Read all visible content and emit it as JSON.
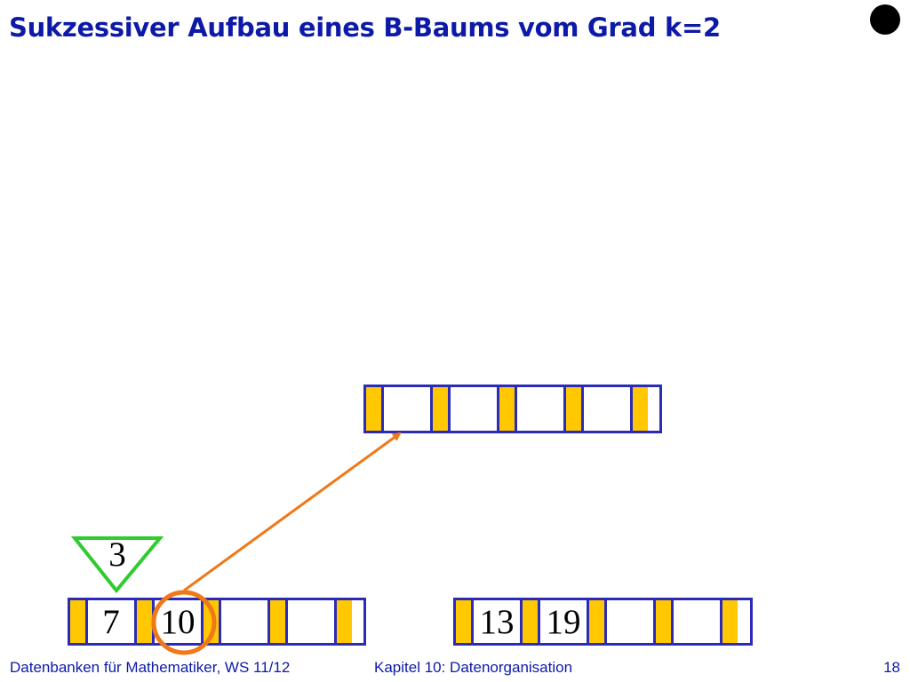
{
  "title": "Sukzessiver Aufbau eines B-Baums vom Grad k=2",
  "nodes": {
    "root": {
      "keys": [
        "",
        "",
        "",
        ""
      ]
    },
    "left_leaf": {
      "keys": [
        "7",
        "10",
        "",
        ""
      ]
    },
    "right_leaf": {
      "keys": [
        "13",
        "19",
        "",
        ""
      ]
    }
  },
  "insert_key": "3",
  "colors": {
    "title": "#0d1aa8",
    "node_border": "#2b2bb8",
    "pointer_fill": "#ffc800",
    "arrow": "#f07818",
    "triangle": "#2ecc2e",
    "highlight_circle": "#f07818"
  },
  "footer": {
    "course": "Datenbanken für Mathematiker, WS 11/12",
    "chapter": "Kapitel 10: Datenorganisation",
    "page": "18"
  }
}
